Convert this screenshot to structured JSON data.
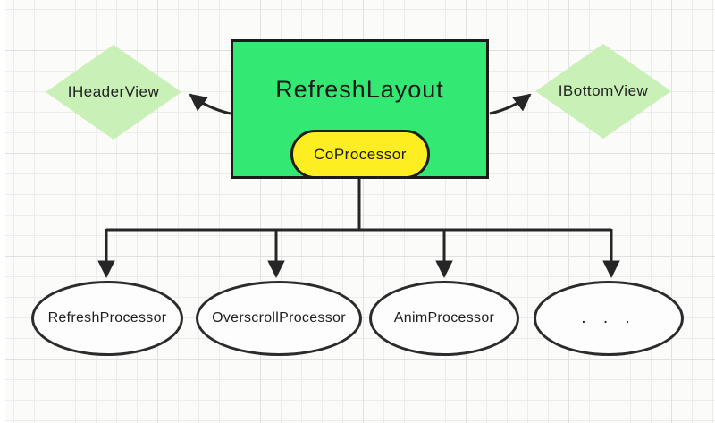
{
  "diagram": {
    "main_node": {
      "label": "RefreshLayout"
    },
    "coprocessor_node": {
      "label": "CoProcessor"
    },
    "header_view_node": {
      "label": "IHeaderView"
    },
    "bottom_view_node": {
      "label": "IBottomView"
    },
    "processors": [
      {
        "label": "RefreshProcessor"
      },
      {
        "label": "OverscrollProcessor"
      },
      {
        "label": "AnimProcessor"
      },
      {
        "label": ". . ."
      }
    ],
    "colors": {
      "main_box_fill": "#33e873",
      "coprocessor_fill": "#fcee21",
      "diamond_fill": "#c9f0b6",
      "node_stroke": "#1c1c1c",
      "connector_stroke": "#262626",
      "ellipse_fill": "#fdfdfd",
      "grid_minor_line": "#ececec",
      "grid_major_line": "#e1e1e1",
      "background": "#fbfbfa"
    }
  }
}
